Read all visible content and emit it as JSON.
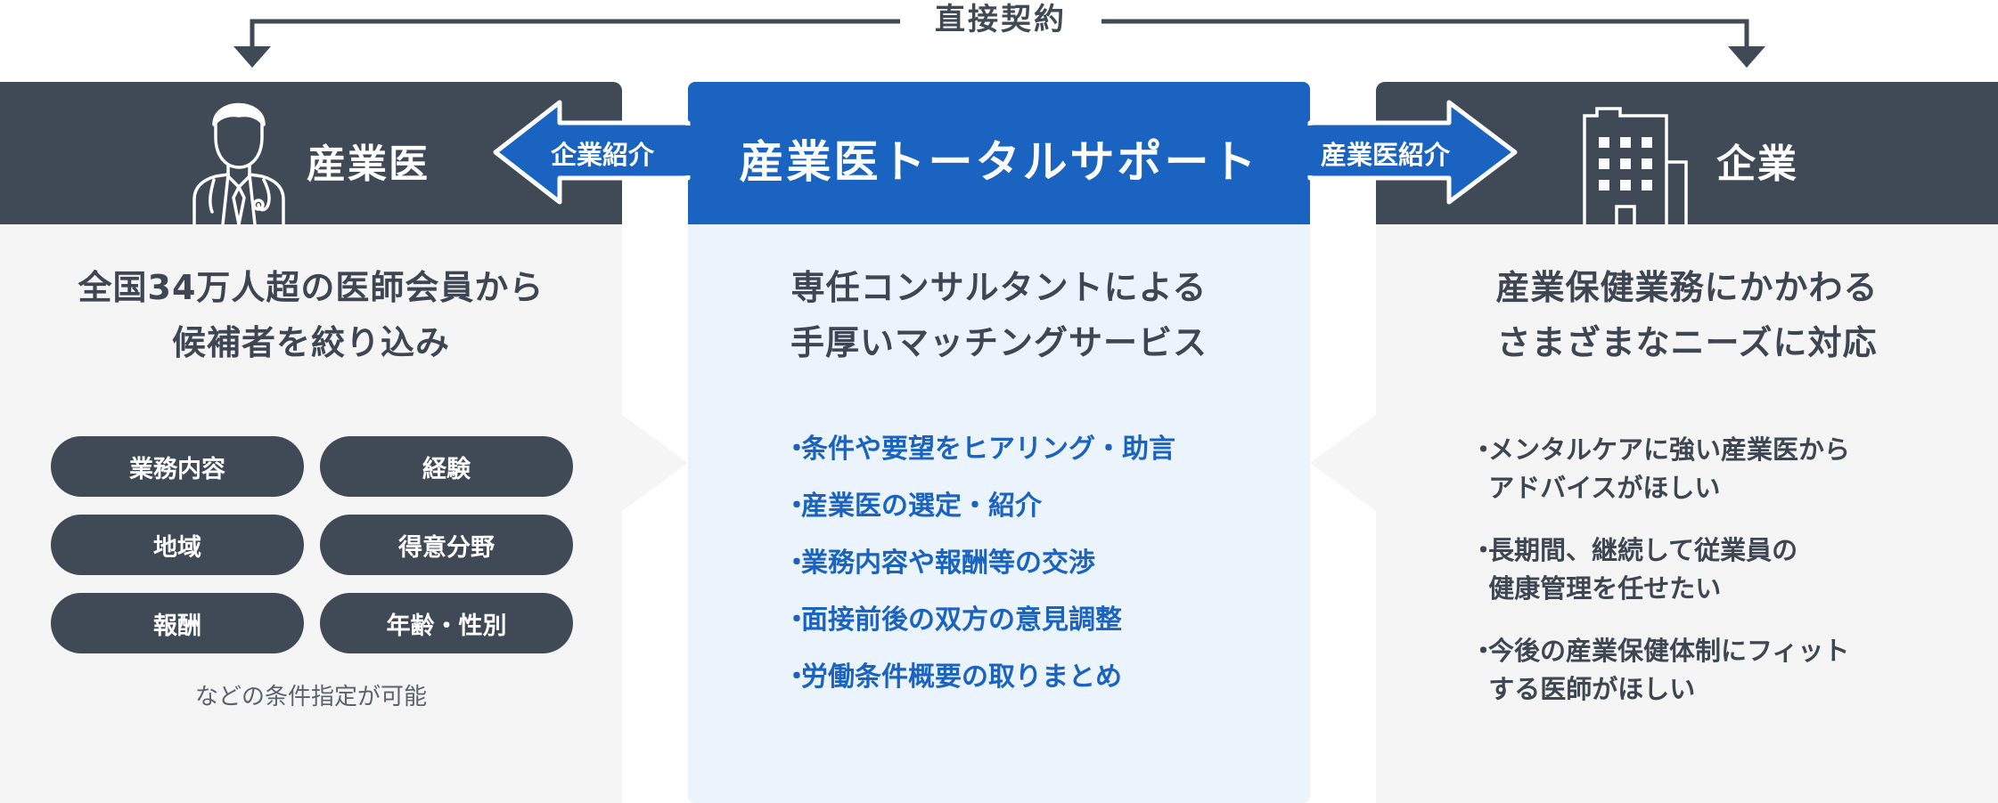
{
  "contract": {
    "label": "直接契約"
  },
  "left": {
    "title": "産業医",
    "icon": "doctor-icon",
    "lead": [
      "全国34万人超の医師会員から",
      "候補者を絞り込み"
    ],
    "conditions": [
      "業務内容",
      "経験",
      "地域",
      "得意分野",
      "報酬",
      "年齢・性別"
    ],
    "note": "などの条件指定が可能"
  },
  "arrows": {
    "to_doctor": "企業紹介",
    "to_company": "産業医紹介"
  },
  "center": {
    "title": "産業医トータルサポート",
    "lead": [
      "専任コンサルタントによる",
      "手厚いマッチングサービス"
    ],
    "bullet_mark": "・",
    "items": [
      "条件や要望をヒアリング・助言",
      "産業医の選定・紹介",
      "業務内容や報酬等の交渉",
      "面接前後の双方の意見調整",
      "労働条件概要の取りまとめ"
    ]
  },
  "right": {
    "title": "企業",
    "icon": "building-icon",
    "lead": [
      "産業保健業務にかかわる",
      "さまざまなニーズに対応"
    ],
    "bullet_mark": "・",
    "items": [
      "メンタルケアに強い産業医から\n  アドバイスがほしい",
      "長期間、継続して従業員の\n  健康管理を任せたい",
      "今後の産業保健体制にフィット\n  する医師がほしい"
    ]
  },
  "colors": {
    "dark": "#404a56",
    "blue": "#1a63c0",
    "light_blue": "#ebf4fc",
    "light_gray": "#f5f5f5"
  }
}
